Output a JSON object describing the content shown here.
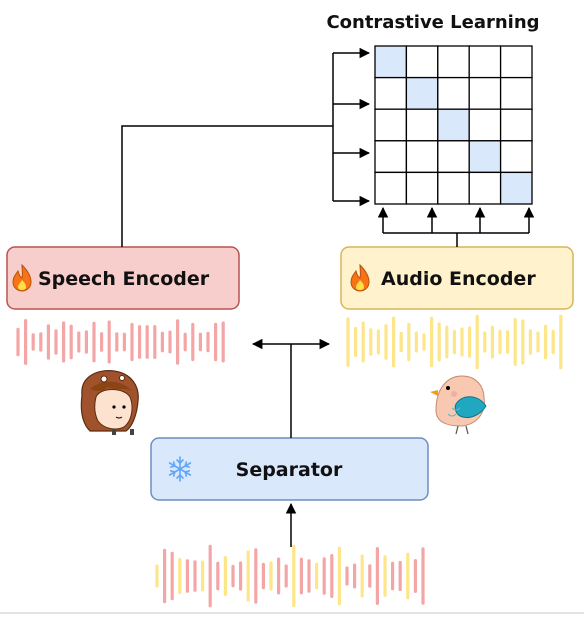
{
  "title": "Contrastive Learning",
  "speech_encoder": {
    "label": "Speech Encoder",
    "icon": "fire-icon",
    "trainable": true,
    "fill": "#f8cecc",
    "stroke": "#b85450"
  },
  "audio_encoder": {
    "label": "Audio Encoder",
    "icon": "fire-icon",
    "trainable": true,
    "fill": "#fff2cc",
    "stroke": "#d6b656"
  },
  "separator": {
    "label": "Separator",
    "icon": "snowflake-icon",
    "frozen": true,
    "fill": "#dae8fc",
    "stroke": "#6c8ebf"
  },
  "similarity_matrix": {
    "rows": 5,
    "cols": 5,
    "highlight": "diagonal",
    "highlight_color": "#dae8fc"
  },
  "illustrations": {
    "speech": "girl-illustration",
    "audio": "bird-illustration"
  },
  "colors": {
    "speech_wave": "#f4a6a6",
    "audio_wave": "#fde68a",
    "mix_wave_a": "#f4a6a6",
    "mix_wave_b": "#fde68a"
  }
}
